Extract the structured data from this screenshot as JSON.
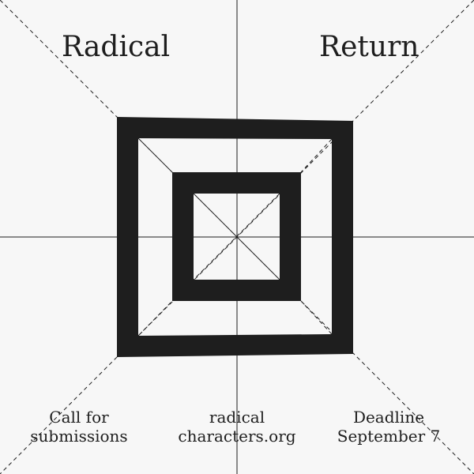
{
  "poster": {
    "title_left": "Radical",
    "title_right": "Return",
    "call_line1": "Call for",
    "call_line2": "submissions",
    "site_line1": "radical",
    "site_line2": "characters.org",
    "deadline_line1": "Deadline",
    "deadline_line2": "September 7"
  },
  "colors": {
    "background": "#f7f7f7",
    "ink": "#1e1e1e"
  }
}
